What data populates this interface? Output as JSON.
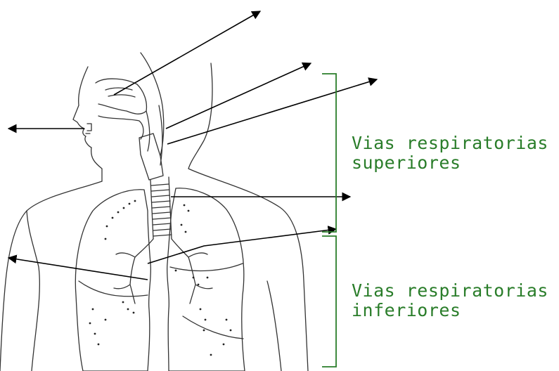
{
  "labels": {
    "upper_line1": "Vias respiratorias",
    "upper_line2": "superiores",
    "lower_line1": "Vias respiratorias",
    "lower_line2": "inferiores"
  },
  "colors": {
    "bracket": "#2a7d2a",
    "label_text": "#2a7d2a",
    "outline": "#333333",
    "arrow": "#000000"
  }
}
